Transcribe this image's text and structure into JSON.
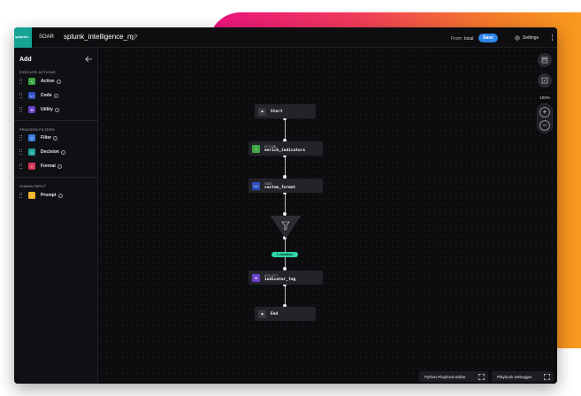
{
  "header": {
    "logo_text": "splunk>",
    "product": "SOAR",
    "playbook_name": "splunk_intelligence_m",
    "from_label": "From:",
    "from_value": "local",
    "save_label": "Save",
    "settings_label": "Settings"
  },
  "sidebar": {
    "title": "Add",
    "sections": [
      {
        "label": "EXECUTE ACTIONS",
        "items": [
          {
            "label": "Action",
            "icon": "action-icon",
            "color": "#3fa646"
          },
          {
            "label": "Code",
            "icon": "code-icon",
            "color": "#2f4fbf"
          },
          {
            "label": "Utility",
            "icon": "utility-icon",
            "color": "#6b3fc6"
          }
        ]
      },
      {
        "label": "PROCESS FILTERS",
        "items": [
          {
            "label": "Filter",
            "icon": "filter-icon",
            "color": "#3a7be0"
          },
          {
            "label": "Decision",
            "icon": "decision-icon",
            "color": "#1fa3a0"
          },
          {
            "label": "Format",
            "icon": "format-icon",
            "color": "#d8365a"
          }
        ]
      },
      {
        "label": "HUMAN INPUT",
        "items": [
          {
            "label": "Prompt",
            "icon": "prompt-icon",
            "color": "#f0b429"
          }
        ]
      }
    ]
  },
  "canvas": {
    "zoom": "100%",
    "nodes": [
      {
        "type": "",
        "name": "Start",
        "icon": "start-flag-icon",
        "color": "#3a3b42"
      },
      {
        "type": "ACTION",
        "name": "enrich_indicators",
        "icon": "action-icon",
        "color": "#3fa646"
      },
      {
        "type": "CODE",
        "name": "custom_format",
        "icon": "code-icon",
        "color": "#2f4fbf"
      },
      {
        "type": "UTILITY",
        "name": "indicator_tag",
        "icon": "utility-icon",
        "color": "#6b3fc6"
      },
      {
        "type": "",
        "name": "End",
        "icon": "end-flag-icon",
        "color": "#3a3b42"
      }
    ],
    "filter_badge": "1 condition"
  },
  "footer": {
    "python_editor": "Python Playbook Editor",
    "debugger": "Playbook Debugger"
  }
}
